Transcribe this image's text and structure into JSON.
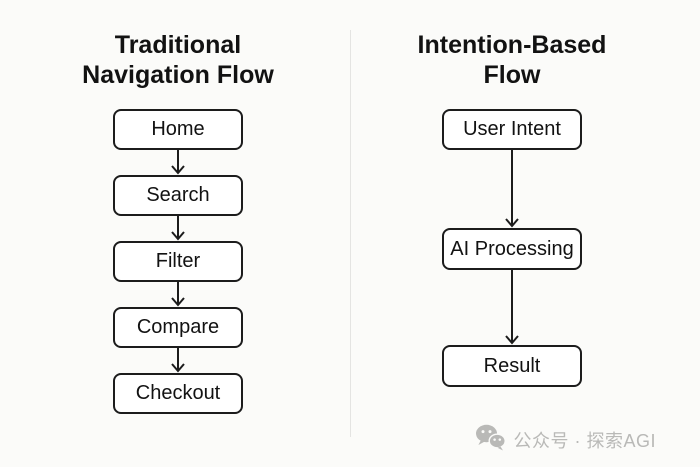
{
  "left_flow": {
    "title_line1": "Traditional",
    "title_line2": "Navigation Flow",
    "nodes": [
      {
        "label": "Home"
      },
      {
        "label": "Search"
      },
      {
        "label": "Filter"
      },
      {
        "label": "Compare"
      },
      {
        "label": "Checkout"
      }
    ]
  },
  "right_flow": {
    "title_line1": "Intention-Based",
    "title_line2": "Flow",
    "nodes": [
      {
        "label": "User Intent"
      },
      {
        "label": "AI Processing"
      },
      {
        "label": "Result"
      }
    ]
  },
  "watermark": {
    "icon": "wechat-icon",
    "text": "公众号 · 探索AGI"
  },
  "colors": {
    "background": "#fbfbf9",
    "node_border": "#1c1c1c",
    "node_fill": "#ffffff",
    "text": "#121212",
    "divider": "#e4e4e2",
    "watermark": "#b9b9b7"
  }
}
